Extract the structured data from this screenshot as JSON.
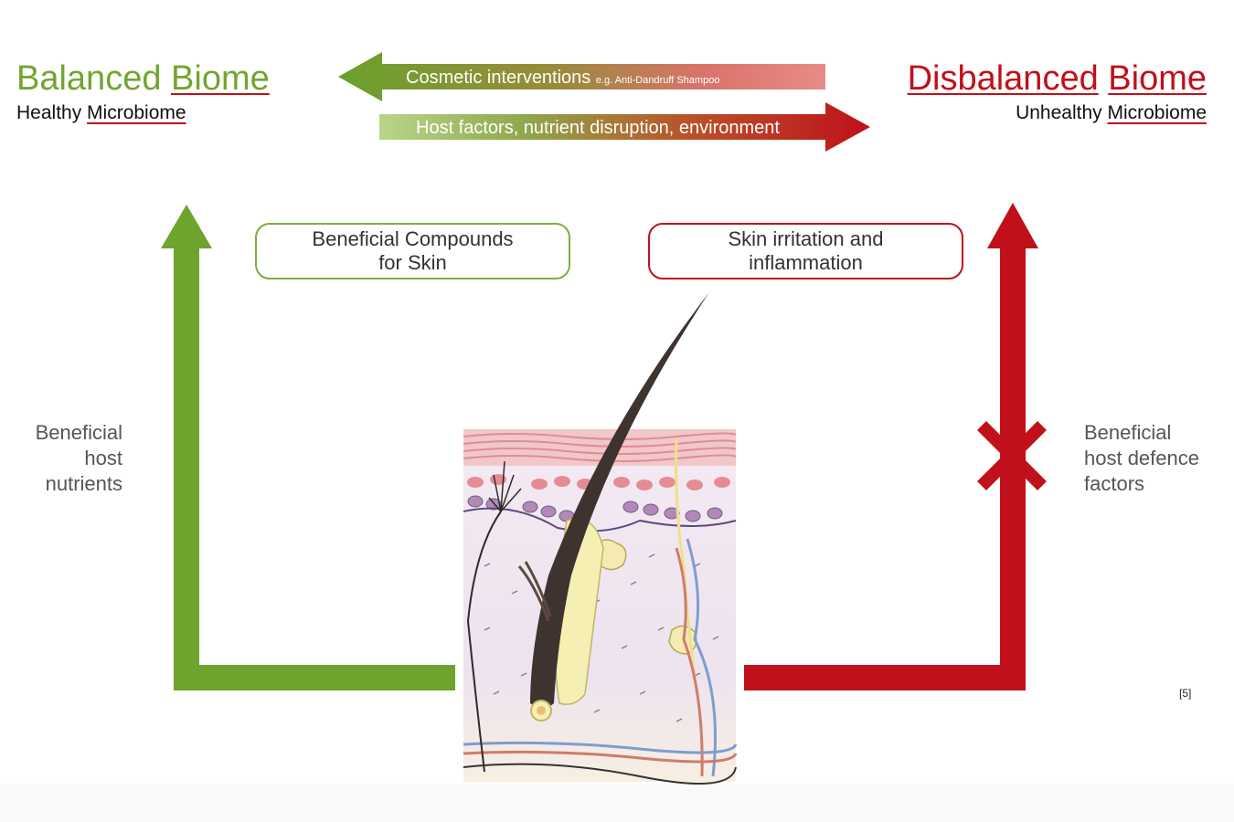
{
  "left": {
    "title_word1": "Balanced",
    "title_word2": "Biome",
    "sub_word1": "Healthy",
    "sub_word2": "Microbiome",
    "color": "#72a52f"
  },
  "right": {
    "title_word1": "Disbalanced",
    "title_word2": "Biome",
    "sub_word1": "Unhealthy",
    "sub_word2": "Microbiome",
    "color": "#c0101a"
  },
  "arrows": {
    "top_left_main": "Cosmetic interventions",
    "top_left_small": "e.g. Anti-Dandruff Shampoo",
    "bottom_right": "Host factors, nutrient disruption, environment"
  },
  "boxes": {
    "green": [
      "Beneficial Compounds",
      "for Skin"
    ],
    "red": [
      "Skin irritation and",
      "inflammation"
    ]
  },
  "side_labels": {
    "left": [
      "Beneficial",
      "host",
      "nutrients"
    ],
    "right": [
      "Beneficial",
      "host defence",
      "factors"
    ]
  },
  "reference": "[5]",
  "icons": {
    "skin_illustration": "skin-cross-section-with-hair-follicle",
    "blocked_marker": "x-cross-icon"
  }
}
